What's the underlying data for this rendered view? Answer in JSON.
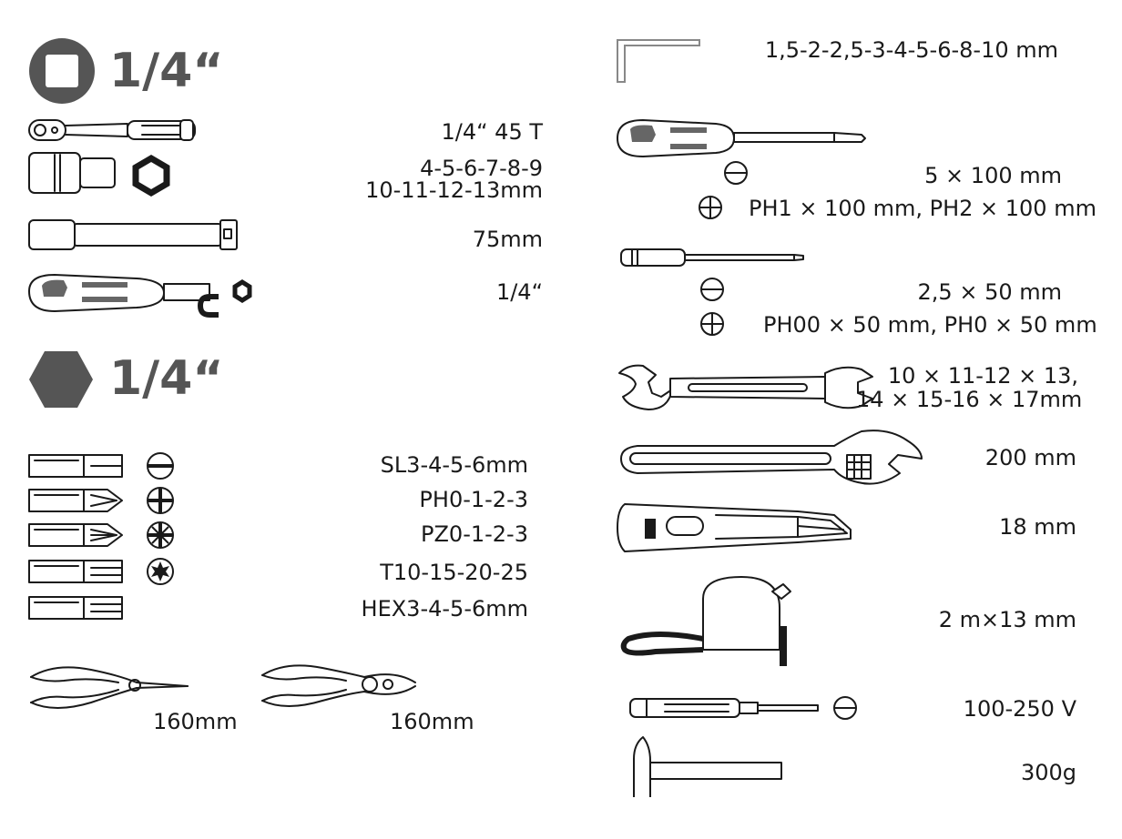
{
  "left": {
    "square_drive": {
      "title": "1/4“"
    },
    "ratchet": {
      "label": "1/4“ 45 T"
    },
    "sockets": {
      "line1": "4-5-6-7-8-9",
      "line2": "10-11-12-13mm"
    },
    "extension": {
      "label": "75mm"
    },
    "bit_driver": {
      "label": "1/4“"
    },
    "hex_drive": {
      "title": "1/4“"
    },
    "bits": [
      {
        "label": "SL3-4-5-6mm"
      },
      {
        "label": "PH0-1-2-3"
      },
      {
        "label": "PZ0-1-2-3"
      },
      {
        "label": "T10-15-20-25"
      },
      {
        "label": "HEX3-4-5-6mm"
      }
    ],
    "long_nose_pliers": {
      "label": "160mm"
    },
    "combination_pliers": {
      "label": "160mm"
    }
  },
  "right": {
    "hex_keys": {
      "label": "1,5-2-2,5-3-4-5-6-8-10 mm"
    },
    "screwdriver_large": {
      "slotted": "5 × 100 mm",
      "phillips": "PH1 × 100 mm, PH2 × 100 mm"
    },
    "screwdriver_precision": {
      "slotted": "2,5 × 50 mm",
      "phillips": "PH00 × 50 mm, PH0 × 50 mm"
    },
    "spanners": {
      "line1": "10 × 11-12 × 13,",
      "line2": "14 × 15-16 × 17mm"
    },
    "adjustable_wrench": {
      "label": "200 mm"
    },
    "utility_knife": {
      "label": "18 mm"
    },
    "tape_measure": {
      "label": "2 m×13 mm"
    },
    "voltage_tester": {
      "label": "100-250 V"
    },
    "hammer": {
      "label": "300g"
    }
  }
}
